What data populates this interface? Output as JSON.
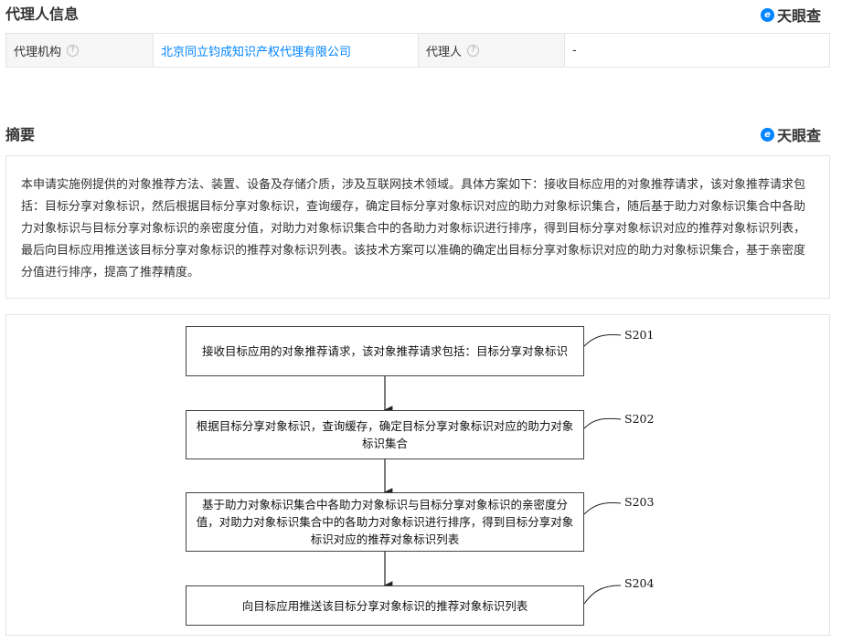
{
  "agent_section": {
    "title": "代理人信息",
    "brand": "天眼查",
    "agency_label": "代理机构",
    "agency_value": "北京同立钧成知识产权代理有限公司",
    "agent_label": "代理人",
    "agent_value": "-"
  },
  "abstract_section": {
    "title": "摘要",
    "brand": "天眼查",
    "text": "本申请实施例提供的对象推荐方法、装置、设备及存储介质，涉及互联网技术领域。具体方案如下：接收目标应用的对象推荐请求，该对象推荐请求包括：目标分享对象标识，然后根据目标分享对象标识，查询缓存，确定目标分享对象标识对应的助力对象标识集合，随后基于助力对象标识集合中各助力对象标识与目标分享对象标识的亲密度分值，对助力对象标识集合中的各助力对象标识进行排序，得到目标分享对象标识对应的推荐对象标识列表，最后向目标应用推送该目标分享对象标识的推荐对象标识列表。该技术方案可以准确的确定出目标分享对象标识对应的助力对象标识集合，基于亲密度分值进行排序，提高了推荐精度。"
  },
  "flowchart": {
    "steps": [
      {
        "id": "S201",
        "text": "接收目标应用的对象推荐请求，该对象推荐请求包括：目标分享对象标识"
      },
      {
        "id": "S202",
        "text": "根据目标分享对象标识，查询缓存，确定目标分享对象标识对应的助力对象标识集合"
      },
      {
        "id": "S203",
        "text": "基于助力对象标识集合中各助力对象标识与目标分享对象标识的亲密度分值，对助力对象标识集合中的各助力对象标识进行排序，得到目标分享对象标识对应的推荐对象标识列表"
      },
      {
        "id": "S204",
        "text": "向目标应用推送该目标分享对象标识的推荐对象标识列表"
      }
    ]
  },
  "icons": {
    "help": "question-circle-icon",
    "brand_logo": "tianyancha-logo-icon"
  },
  "colors": {
    "link": "#0084ff",
    "label_bg": "#f6f6f6",
    "border": "#e4e4e4"
  }
}
